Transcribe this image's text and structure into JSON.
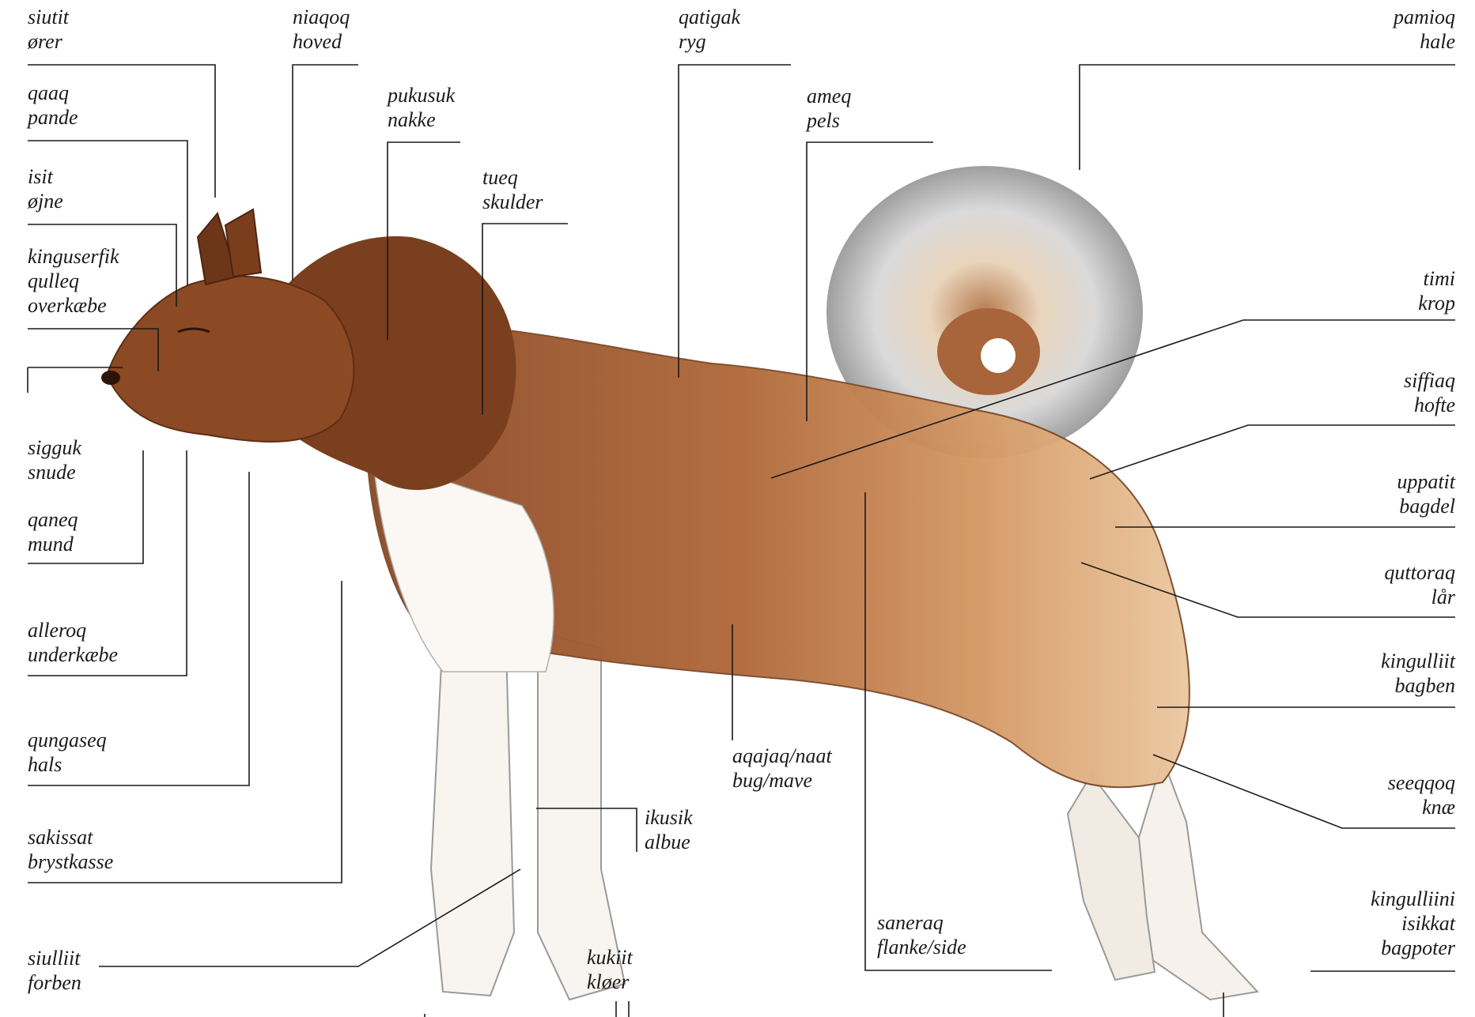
{
  "diagram": {
    "labels": [
      {
        "id": "siutit",
        "lines": [
          "siutit",
          "ører"
        ]
      },
      {
        "id": "niaqoq",
        "lines": [
          "niaqoq",
          "hoved"
        ]
      },
      {
        "id": "qatigak",
        "lines": [
          "qatigak",
          "ryg"
        ]
      },
      {
        "id": "pamioq",
        "lines": [
          "pamioq",
          "hale"
        ]
      },
      {
        "id": "qaaq",
        "lines": [
          "qaaq",
          "pande"
        ]
      },
      {
        "id": "pukusuk",
        "lines": [
          "pukusuk",
          "nakke"
        ]
      },
      {
        "id": "ameq",
        "lines": [
          "ameq",
          "pels"
        ]
      },
      {
        "id": "isit",
        "lines": [
          "isit",
          "øjne"
        ]
      },
      {
        "id": "tueq",
        "lines": [
          "tueq",
          "skulder"
        ]
      },
      {
        "id": "kinguserfik",
        "lines": [
          "kinguserfik",
          "qulleq",
          "overkæbe"
        ]
      },
      {
        "id": "timi",
        "lines": [
          "timi",
          "krop"
        ]
      },
      {
        "id": "siffiaq",
        "lines": [
          "siffiaq",
          "hofte"
        ]
      },
      {
        "id": "sigguk",
        "lines": [
          "sigguk",
          "snude"
        ]
      },
      {
        "id": "uppatit",
        "lines": [
          "uppatit",
          "bagdel"
        ]
      },
      {
        "id": "qaneq",
        "lines": [
          "qaneq",
          "mund"
        ]
      },
      {
        "id": "quttoraq",
        "lines": [
          "quttoraq",
          "lår"
        ]
      },
      {
        "id": "alleroq",
        "lines": [
          "alleroq",
          "underkæbe"
        ]
      },
      {
        "id": "kingulliit",
        "lines": [
          "kingulliit",
          "bagben"
        ]
      },
      {
        "id": "qungaseq",
        "lines": [
          "qungaseq",
          "hals"
        ]
      },
      {
        "id": "aqajaq",
        "lines": [
          "aqajaq/naat",
          "bug/mave"
        ]
      },
      {
        "id": "seeqqoq",
        "lines": [
          "seeqqoq",
          "knæ"
        ]
      },
      {
        "id": "ikusik",
        "lines": [
          "ikusik",
          "albue"
        ]
      },
      {
        "id": "sakissat",
        "lines": [
          "sakissat",
          "brystkasse"
        ]
      },
      {
        "id": "kingulliini",
        "lines": [
          "kingulliini",
          "isikkat",
          "bagpoter"
        ]
      },
      {
        "id": "saneraq",
        "lines": [
          "saneraq",
          "flanke/side"
        ]
      },
      {
        "id": "siulliit",
        "lines": [
          "siulliit",
          "forben"
        ]
      },
      {
        "id": "kukiit",
        "lines": [
          "kukiit",
          "kløer"
        ]
      }
    ]
  }
}
